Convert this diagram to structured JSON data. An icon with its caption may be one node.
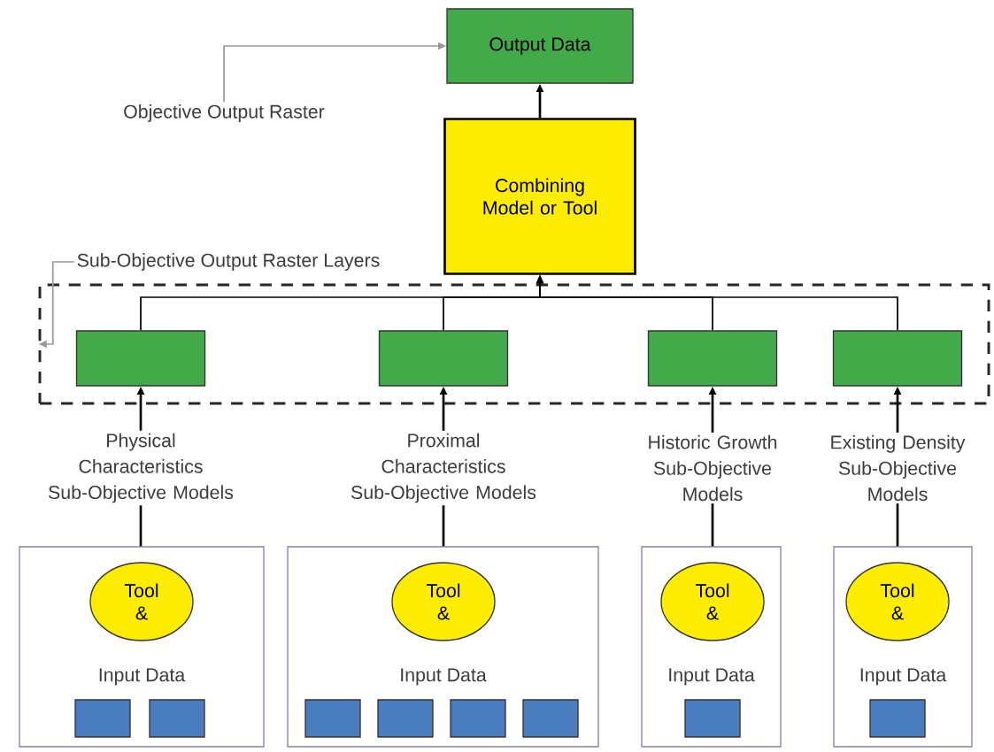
{
  "diagram": {
    "nodes": [
      {
        "text": [
          "Output Data"
        ]
      },
      {
        "text": [
          "Objective Output Raster"
        ]
      },
      {
        "text": [
          "Combining Model or Tool"
        ]
      },
      {
        "text": [
          "Sub-Objective Output Raster Layers"
        ]
      },
      {
        "text": [],
        "shape": "box"
      },
      {
        "text": [],
        "shape": "box",
        "in": 4
      },
      {
        "text": [],
        "shape": "box",
        "in": 4
      },
      {
        "text": [],
        "shape": "box",
        "in": 4
      },
      {
        "text": [],
        "shape": "box",
        "in": 4
      },
      {
        "text": [
          "Physical Characteristics Sub-Objective Models"
        ]
      },
      {
        "text": [
          "Proximal Characteristics Sub-Objective Models"
        ]
      },
      {
        "text": [
          "Historic Growth Sub-Objective Models"
        ]
      },
      {
        "text": [
          "Existing Density Sub-Objective Models"
        ]
      },
      {
        "text": [
          "Input Data"
        ]
      },
      {
        "text": [
          "Tool &"
        ],
        "in": 13
      },
      {
        "text": [],
        "shape": "box",
        "in": 13
      },
      {
        "text": [],
        "shape": "box",
        "in": 13
      },
      {
        "text": [
          "Input Data"
        ]
      },
      {
        "text": [
          "Tool &"
        ],
        "in": 17
      },
      {
        "text": [],
        "shape": "box",
        "in": 17
      },
      {
        "text": [],
        "shape": "box",
        "in": 17
      },
      {
        "text": [],
        "shape": "box",
        "in": 17
      },
      {
        "text": [],
        "shape": "box",
        "in": 17
      },
      {
        "text": [
          "Input Data"
        ]
      },
      {
        "text": [
          "Tool &"
        ],
        "in": 23
      },
      {
        "text": [],
        "shape": "box",
        "in": 23
      },
      {
        "text": [
          "Input Data"
        ]
      },
      {
        "text": [
          "Tool &"
        ],
        "in": 26
      },
      {
        "text": [],
        "shape": "box",
        "in": 26
      }
    ],
    "edges": [
      {
        "from": 1,
        "to": 0,
        "arrow": "to",
        "color": "#999999"
      },
      {
        "from": 3,
        "to": 4,
        "arrow": "to",
        "color": "#999999"
      },
      {
        "from": 2,
        "to": 0,
        "arrow": "to"
      },
      {
        "from": 5,
        "to": 2,
        "arrow": "to"
      },
      {
        "from": 6,
        "to": 2,
        "arrow": "to"
      },
      {
        "from": 7,
        "to": 2,
        "arrow": "to"
      },
      {
        "from": 8,
        "to": 2,
        "arrow": "to"
      },
      {
        "from": 9,
        "to": 5,
        "arrow": "to"
      },
      {
        "from": 10,
        "to": 6,
        "arrow": "to"
      },
      {
        "from": 11,
        "to": 7,
        "arrow": "to"
      },
      {
        "from": 12,
        "to": 8,
        "arrow": "to"
      },
      {
        "from": 13,
        "to": 9,
        "arrow": "none"
      },
      {
        "from": 17,
        "to": 10,
        "arrow": "none"
      },
      {
        "from": 23,
        "to": 11,
        "arrow": "none"
      },
      {
        "from": 26,
        "to": 12,
        "arrow": "none"
      }
    ]
  }
}
